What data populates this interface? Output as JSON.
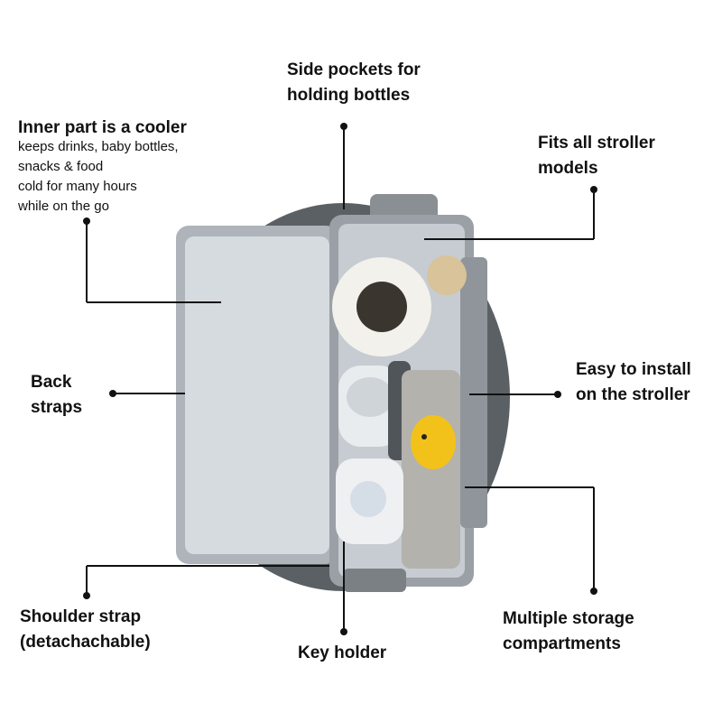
{
  "colors": {
    "text": "#111111",
    "leader": "#111111",
    "bag_silver": "#c9cfd6",
    "bag_dark": "#6f7479",
    "accent_yellow": "#f2c21b"
  },
  "callouts": {
    "side_pockets": {
      "lines": [
        "Side pockets for",
        "holding bottles"
      ]
    },
    "cooler": {
      "title": "Inner part is a cooler",
      "lines": [
        "keeps drinks, baby bottles,",
        "snacks & food",
        "cold for many hours",
        "while on the go"
      ]
    },
    "fits_all": {
      "lines": [
        "Fits all stroller",
        "models"
      ]
    },
    "back_straps": {
      "lines": [
        "Back",
        "straps"
      ]
    },
    "easy_install": {
      "lines": [
        "Easy to install",
        "on the stroller"
      ]
    },
    "shoulder_strap": {
      "lines": [
        "Shoulder strap",
        "(detachachable)"
      ]
    },
    "key_holder": {
      "lines": [
        "Key holder"
      ]
    },
    "multiple_storage": {
      "lines": [
        "Multiple storage",
        "compartments"
      ]
    }
  }
}
